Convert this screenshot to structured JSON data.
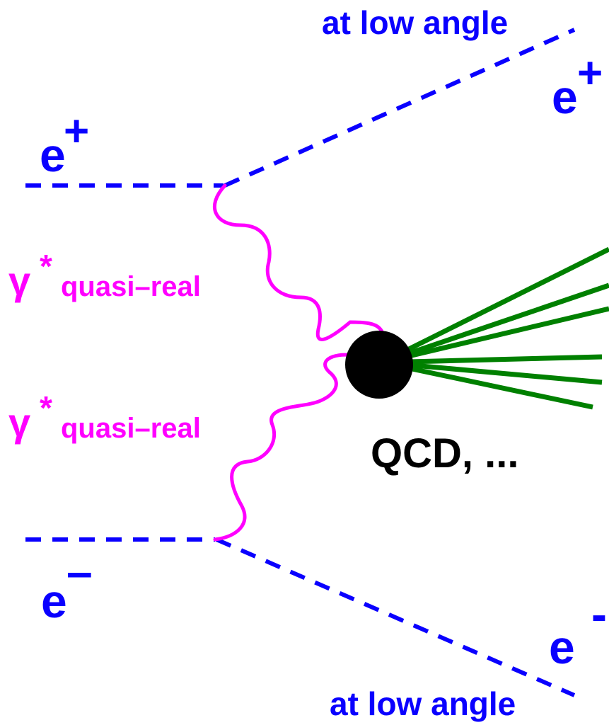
{
  "colors": {
    "lepton": "#0a00ff",
    "photon": "#ff00ff",
    "hadrons": "#008000",
    "vertex": "#000000",
    "background": "#ffffff"
  },
  "labels": {
    "top_annotation": "at low angle",
    "bottom_annotation": "at low angle",
    "incoming_positron": {
      "base": "e",
      "charge": "+"
    },
    "outgoing_positron": {
      "base": "e",
      "charge": "+"
    },
    "incoming_electron": {
      "base": "e",
      "charge": "–"
    },
    "outgoing_electron": {
      "base": "e",
      "charge": "-"
    },
    "photon_upper": {
      "symbol": "γ",
      "star": "*",
      "subscript": "quasi–real"
    },
    "photon_lower": {
      "symbol": "γ",
      "star": "*",
      "subscript": "quasi–real"
    },
    "vertex_label": "QCD, ..."
  }
}
